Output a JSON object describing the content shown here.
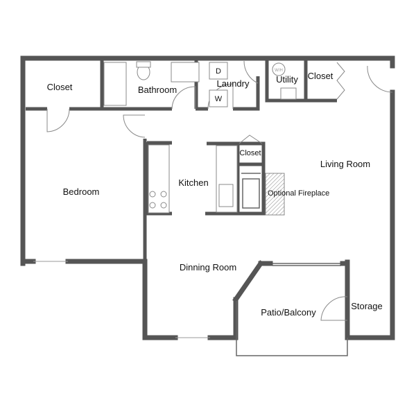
{
  "rooms": {
    "closet_left": "Closet",
    "bathroom": "Bathroom",
    "laundry": "Laundry",
    "utility": "Utility",
    "closet_right": "Closet",
    "bedroom": "Bedroom",
    "kitchen": "Kitchen",
    "closet_kitchen": "Closet",
    "living_room": "Living Room",
    "fireplace": "Optional Fireplace",
    "dining_room": "Dinning Room",
    "patio": "Patio/Balcony",
    "storage": "Storage"
  },
  "fixtures": {
    "dryer": "D",
    "washer": "W",
    "water_heater": "W/H"
  },
  "colors": {
    "wall": "#555555",
    "background": "#ffffff"
  }
}
